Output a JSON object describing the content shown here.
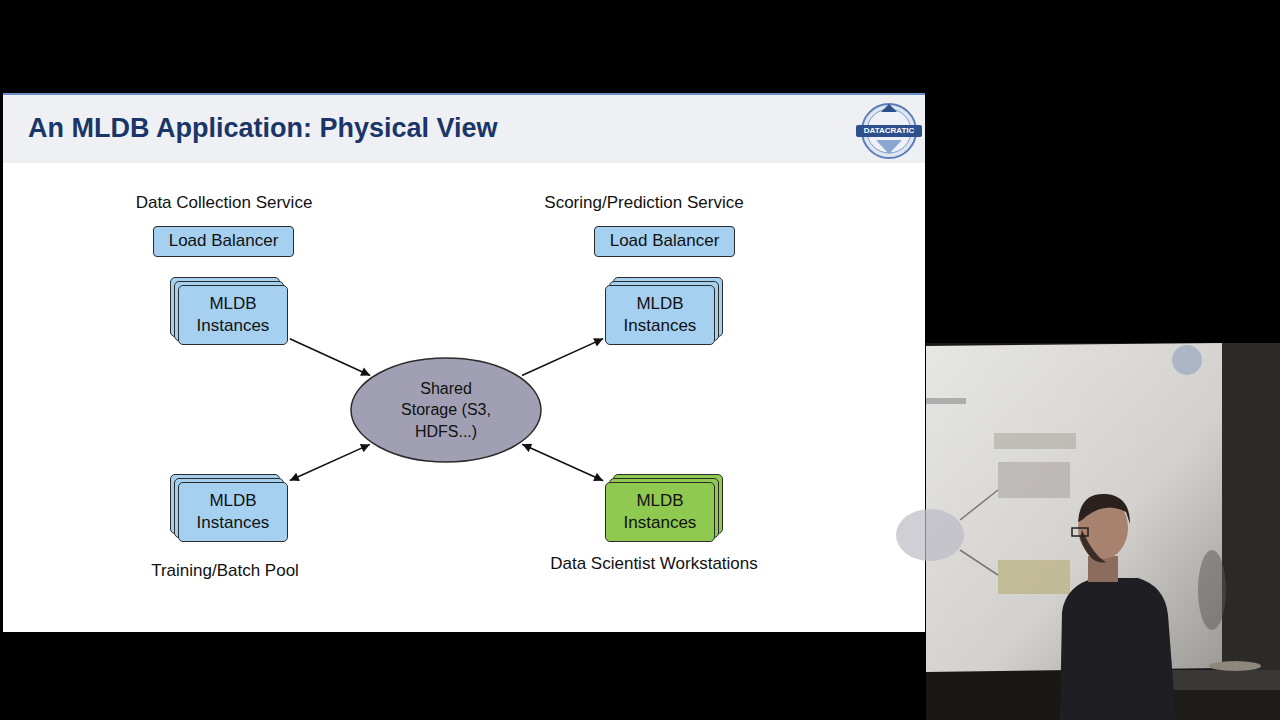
{
  "diagram": {
    "title": "An MLDB Application: Physical View",
    "nodes": [
      {
        "text": [
          "Load Balancer"
        ]
      },
      {
        "text": [
          "Load Balancer"
        ]
      },
      {
        "text": [
          "MLDB Instances"
        ]
      },
      {
        "text": [
          "MLDB Instances"
        ]
      },
      {
        "text": [
          "Shared Storage (S3, HDFS...)"
        ]
      },
      {
        "text": [
          "MLDB Instances"
        ]
      },
      {
        "text": [
          "MLDB Instances"
        ]
      }
    ],
    "edges": [
      {
        "from": 2,
        "to": 4,
        "arrow": "to"
      },
      {
        "from": 4,
        "to": 3,
        "arrow": "to"
      },
      {
        "from": 5,
        "to": 4,
        "arrow": "both"
      },
      {
        "from": 4,
        "to": 6,
        "arrow": "both"
      }
    ],
    "labels": [
      "DATACRATIC",
      "Data Collection Service",
      "Scoring/Prediction Service",
      "Training/Batch Pool",
      "Data Scientist Workstations"
    ]
  }
}
